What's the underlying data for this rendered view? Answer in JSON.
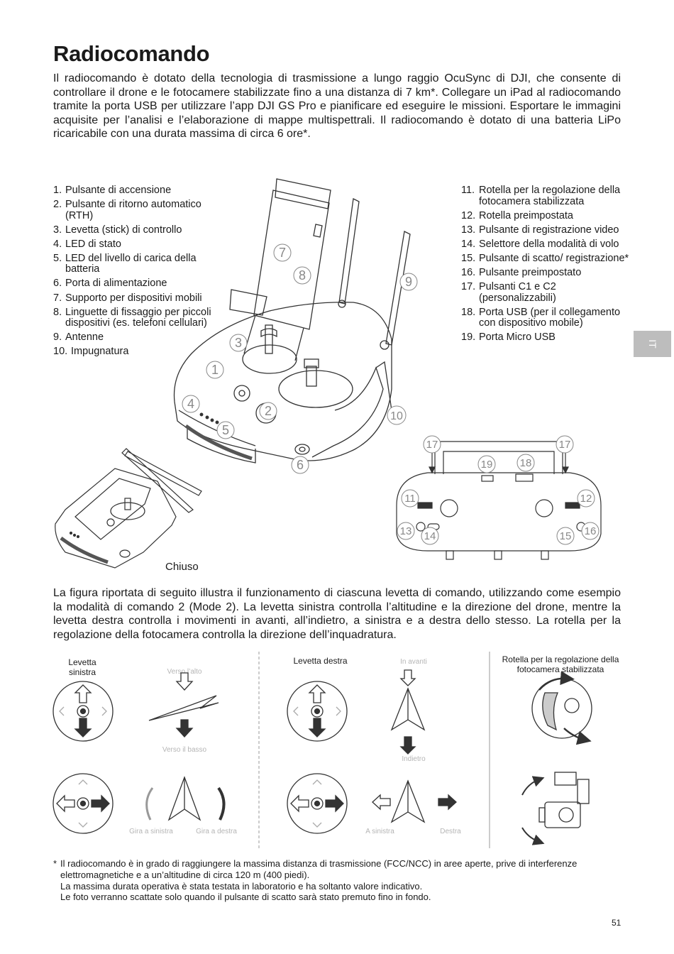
{
  "title": "Radiocomando",
  "intro": "Il radiocomando è dotato della tecnologia di trasmissione a lungo raggio OcuSync di DJI, che consente di controllare il drone e le fotocamere stabilizzate fino a una distanza di 7 km*. Collegare un iPad al radiocomando tramite la porta USB per utilizzare l’app DJI GS Pro e pianificare ed eseguire le missioni. Esportare le immagini acquisite per l’analisi e l’elaborazione di mappe multispettrali. Il radiocomando è dotato di una batteria LiPo ricaricabile con una durata massima di circa 6 ore*.",
  "parts_left": [
    {
      "num": "1.",
      "text": "Pulsante di accensione"
    },
    {
      "num": "2.",
      "text": "Pulsante di ritorno automatico (RTH)"
    },
    {
      "num": "3.",
      "text": "Levetta (stick) di controllo"
    },
    {
      "num": "4.",
      "text": "LED di stato"
    },
    {
      "num": "5.",
      "text": "LED del livello di carica della batteria"
    },
    {
      "num": "6.",
      "text": "Porta di alimentazione"
    },
    {
      "num": "7.",
      "text": "Supporto per dispositivi mobili"
    },
    {
      "num": "8.",
      "text": "Linguette di fissaggio per piccoli dispositivi (es. telefoni cellulari)"
    },
    {
      "num": "9.",
      "text": "Antenne"
    },
    {
      "num": "10.",
      "text": "Impugnatura"
    }
  ],
  "parts_right": [
    {
      "num": "11.",
      "text": "Rotella per la regolazione della fotocamera stabilizzata"
    },
    {
      "num": "12.",
      "text": "Rotella preimpostata"
    },
    {
      "num": "13.",
      "text": "Pulsante di registrazione video"
    },
    {
      "num": "14.",
      "text": "Selettore della modalità di volo"
    },
    {
      "num": "15.",
      "text": "Pulsante di scatto/ registrazione*"
    },
    {
      "num": "16.",
      "text": "Pulsante preimpostato"
    },
    {
      "num": "17.",
      "text": "Pulsanti C1 e C2 (personalizzabili)"
    },
    {
      "num": "18.",
      "text": "Porta USB (per il collegamento con dispositivo mobile)"
    },
    {
      "num": "19.",
      "text": "Porta Micro USB"
    }
  ],
  "callouts_front": [
    "1",
    "2",
    "3",
    "4",
    "5",
    "6",
    "7",
    "8",
    "9",
    "10"
  ],
  "callouts_back": [
    "11",
    "12",
    "13",
    "14",
    "15",
    "16",
    "17",
    "17",
    "18",
    "19"
  ],
  "side_tab": "IT",
  "caption_closed": "Chiuso",
  "para2": "La figura riportata di seguito illustra il funzionamento di ciascuna levetta di comando, utilizzando come esempio la modalità di comando 2 (Mode 2). La levetta sinistra controlla l’altitudine e la direzione del drone, mentre la levetta destra controlla i movimenti in avanti, all’indietro, a sinistra e a destra dello stesso. La rotella per la regolazione della fotocamera controlla la direzione dell’inquadratura.",
  "stick_labels": {
    "left_stick": "Levetta sinistra",
    "up": "Verso l’alto",
    "down": "Verso il basso",
    "turn_left": "Gira a sinistra",
    "turn_right": "Gira a destra",
    "right_stick": "Levetta destra",
    "forward": "In avanti",
    "backward": "Indietro",
    "left": "A sinistra",
    "right": "Destra",
    "gimbal_dial": "Rotella per la regolazione della fotocamera stabilizzata"
  },
  "footnote": {
    "star": "*",
    "line1": "Il radiocomando è in grado di raggiungere la massima distanza di trasmissione (FCC/NCC) in aree aperte, prive di interferenze elettromagnetiche e a un’altitudine di circa 120 m (400 piedi).",
    "line2": "La massima durata operativa è stata testata in laboratorio e ha soltanto valore indicativo.",
    "line3": "Le foto verranno scattate solo quando il pulsante di scatto sarà stato premuto fino in fondo."
  },
  "page_number": "51",
  "colors": {
    "text": "#1a1a1a",
    "line": "#333333",
    "tab": "#bdbdbd",
    "grey_label": "#b5b5b5"
  }
}
